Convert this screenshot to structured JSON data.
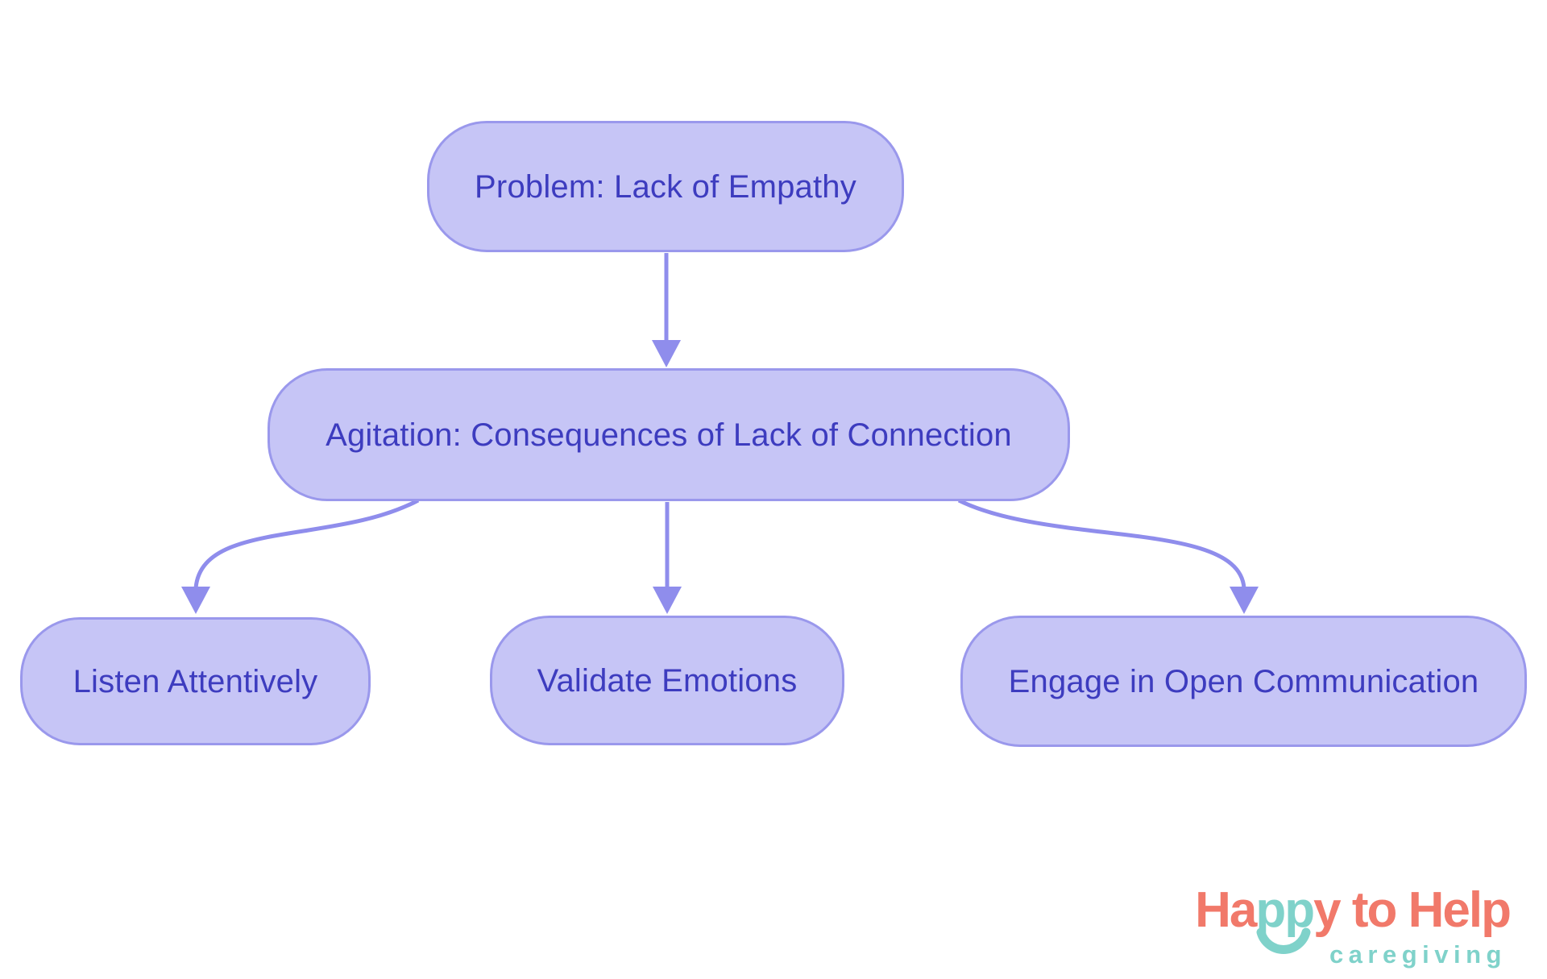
{
  "colors": {
    "background": "#ffffff",
    "node_fill": "#c6c5f6",
    "node_border": "#9a98ec",
    "node_text": "#3d3cbf",
    "arrow_color": "#8f8dec",
    "logo_coral": "#f1796a",
    "logo_teal": "#7fd2ca"
  },
  "diagram": {
    "type": "flowchart",
    "nodes": [
      {
        "id": "problem",
        "label": "Problem: Lack of Empathy",
        "level": 1
      },
      {
        "id": "agitation",
        "label": "Agitation: Consequences of Lack of Connection",
        "level": 2
      },
      {
        "id": "listen",
        "label": "Listen Attentively",
        "level": 3
      },
      {
        "id": "validate",
        "label": "Validate Emotions",
        "level": 3
      },
      {
        "id": "engage",
        "label": "Engage in Open Communication",
        "level": 3
      }
    ],
    "edges": [
      {
        "from": "problem",
        "to": "agitation"
      },
      {
        "from": "agitation",
        "to": "listen"
      },
      {
        "from": "agitation",
        "to": "validate"
      },
      {
        "from": "agitation",
        "to": "engage"
      }
    ]
  },
  "logo": {
    "part_ha": "Ha",
    "part_pp": "pp",
    "part_y": "y",
    "part_to": " to ",
    "part_help": "Help",
    "subtitle": "caregiving"
  }
}
